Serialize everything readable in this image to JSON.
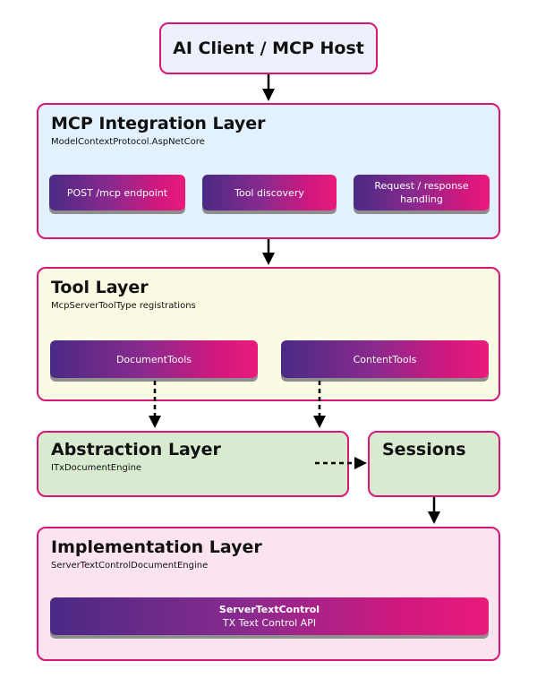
{
  "client": {
    "label": "AI Client / MCP Host"
  },
  "mcp": {
    "title": "MCP Integration Layer",
    "subtitle": "ModelContextProtocol.AspNetCore",
    "items": [
      {
        "label": "POST /mcp endpoint"
      },
      {
        "label": "Tool discovery"
      },
      {
        "label_line1": "Request / response",
        "label_line2": "handling"
      }
    ]
  },
  "tool": {
    "title": "Tool Layer",
    "subtitle": "McpServerToolType registrations",
    "items": [
      {
        "label": "DocumentTools"
      },
      {
        "label": "ContentTools"
      }
    ]
  },
  "abstraction": {
    "title": "Abstraction Layer",
    "subtitle": "ITxDocumentEngine"
  },
  "sessions": {
    "title": "Sessions"
  },
  "implementation": {
    "title": "Implementation Layer",
    "subtitle": "ServerTextControlDocumentEngine",
    "engine": {
      "label_bold": "ServerTextControl",
      "label": "TX Text Control API"
    }
  },
  "colors": {
    "border": "#d6167a",
    "client_bg": "#eef0fb",
    "mcp_bg": "#e2f1fc",
    "tool_bg": "#fbfbe4",
    "abstraction_bg": "#d8ebd1",
    "implementation_bg": "#fbe4f0",
    "gradient_start": "#4a2a85",
    "gradient_end": "#ea1a7c"
  }
}
